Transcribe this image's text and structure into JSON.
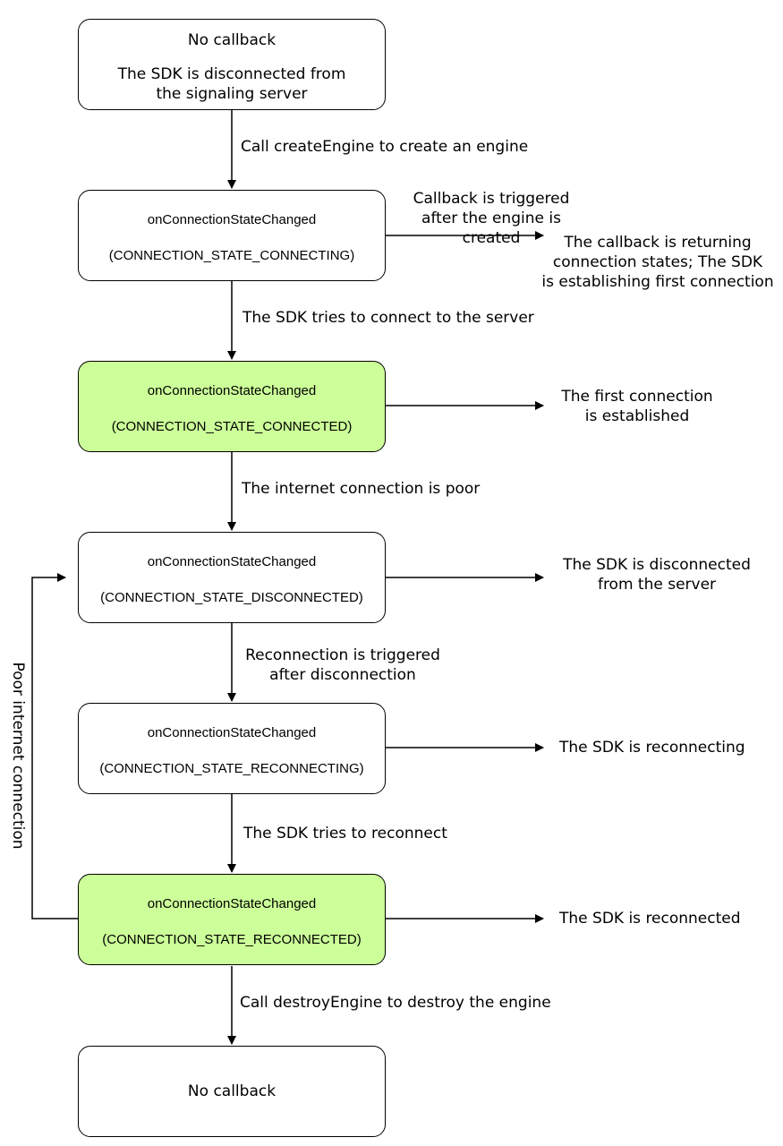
{
  "nodes": {
    "start": {
      "title": "No callback",
      "subtitle": "The SDK is disconnected from\nthe signaling server"
    },
    "connecting": {
      "fn": "onConnectionStateChanged",
      "state": "(CONNECTION_STATE_CONNECTING)"
    },
    "connected": {
      "fn": "onConnectionStateChanged",
      "state": "(CONNECTION_STATE_CONNECTED)"
    },
    "disconnected": {
      "fn": "onConnectionStateChanged",
      "state": "(CONNECTION_STATE_DISCONNECTED)"
    },
    "reconnecting": {
      "fn": "onConnectionStateChanged",
      "state": "(CONNECTION_STATE_RECONNECTING)"
    },
    "reconnected": {
      "fn": "onConnectionStateChanged",
      "state": "(CONNECTION_STATE_RECONNECTED)"
    },
    "end": {
      "title": "No callback"
    }
  },
  "edge_labels": {
    "create_engine": "Call createEngine to create an engine",
    "try_connect": "The SDK tries to connect to the server",
    "poor_connection": "The internet connection is poor",
    "reconnect_triggered": "Reconnection is triggered\nafter disconnection",
    "try_reconnect": "The SDK tries to reconnect",
    "destroy_engine": "Call destroyEngine to destroy the engine",
    "callback_triggered": "Callback is triggered\nafter the engine is created",
    "loop_back": "Poor internet connection"
  },
  "outcomes": {
    "connecting": "The callback is returning\nconnection states; The SDK\nis establishing first connection",
    "connected": "The first connection\nis established",
    "disconnected": "The SDK is disconnected\nfrom the server",
    "reconnecting": "The SDK is reconnecting",
    "reconnected": "The SDK is reconnected"
  },
  "colors": {
    "highlight": "#ccff99",
    "stroke": "#000000"
  }
}
